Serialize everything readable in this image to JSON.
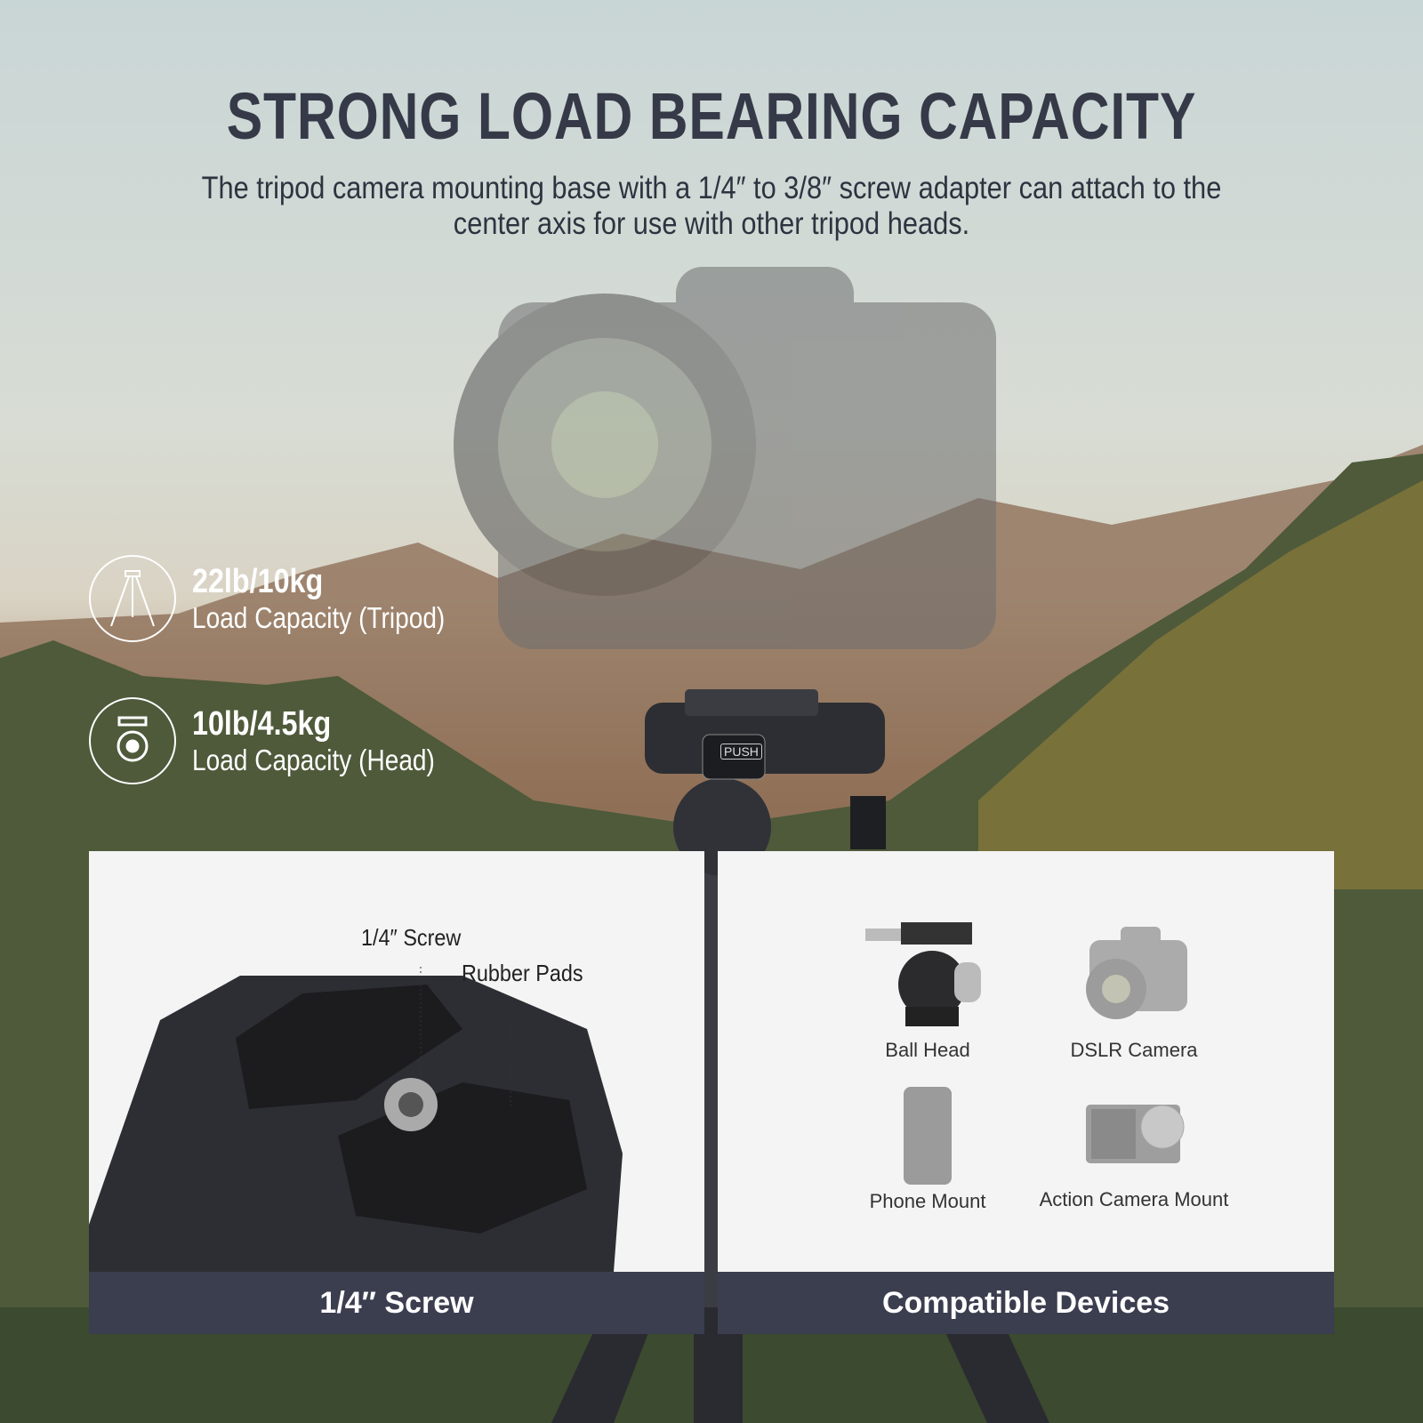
{
  "header": {
    "title": "STRONG LOAD BEARING CAPACITY",
    "subtitle": "The tripod camera mounting base with a 1/4″ to 3/8″ screw adapter can attach to the center axis for use with other tripod heads."
  },
  "specs": [
    {
      "icon": "tripod-icon",
      "value": "22lb/10kg",
      "label": "Load Capacity (Tripod)"
    },
    {
      "icon": "ball-head-icon",
      "value": "10lb/4.5kg",
      "label": "Load Capacity (Head)"
    }
  ],
  "product": {
    "push_label": "PUSH"
  },
  "screw_panel": {
    "callout_screw": "1/4″ Screw",
    "callout_pads": "Rubber Pads",
    "caption": "1/4″ Screw"
  },
  "devices_panel": {
    "caption": "Compatible Devices",
    "devices": [
      {
        "name": "Ball Head",
        "icon": "ball-head-icon"
      },
      {
        "name": "DSLR Camera",
        "icon": "dslr-camera-icon"
      },
      {
        "name": "Phone Mount",
        "icon": "phone-icon"
      },
      {
        "name": "Action Camera Mount",
        "icon": "action-camera-icon"
      }
    ]
  },
  "colors": {
    "title": "#363a48",
    "caption_bar": "#3b3e4f",
    "panel": "#f4f4f4"
  }
}
